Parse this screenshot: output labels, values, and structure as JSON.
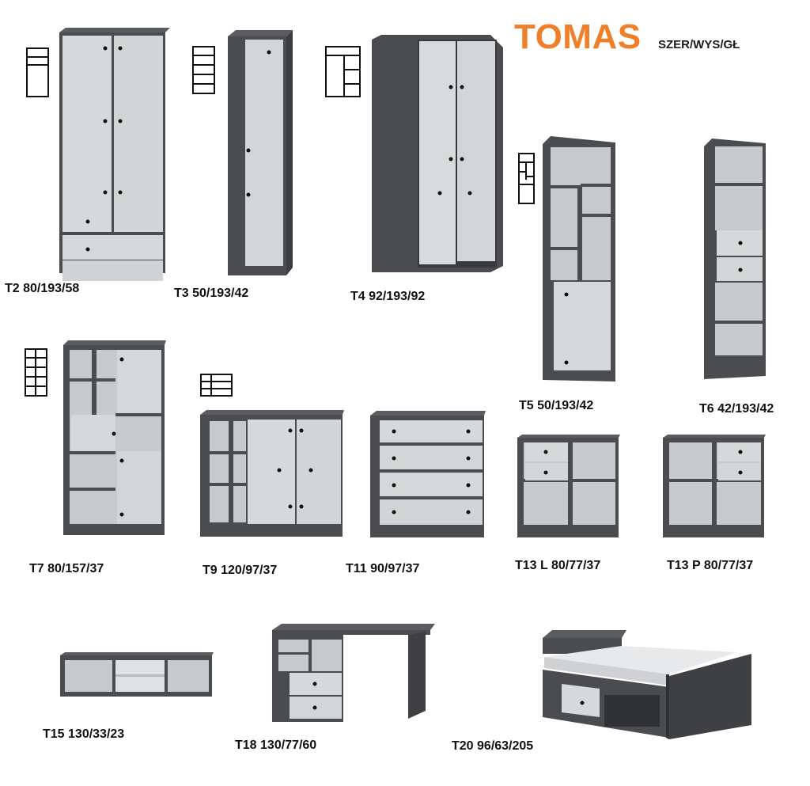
{
  "title": "TOMAS",
  "subtitle": "SZER/WYS/GŁ",
  "colors": {
    "accent": "#f07f2a",
    "body": "#4a4c50",
    "front": "#d7dadb",
    "shelf": "#c9ccce"
  },
  "products": [
    {
      "id": "t2",
      "label": "T2 80/193/58"
    },
    {
      "id": "t3",
      "label": "T3 50/193/42"
    },
    {
      "id": "t4",
      "label": "T4 92/193/92"
    },
    {
      "id": "t5",
      "label": "T5 50/193/42"
    },
    {
      "id": "t6",
      "label": "T6 42/193/42"
    },
    {
      "id": "t7",
      "label": "T7 80/157/37"
    },
    {
      "id": "t9",
      "label": "T9 120/97/37"
    },
    {
      "id": "t11",
      "label": "T11 90/97/37"
    },
    {
      "id": "t13l",
      "label": "T13 L 80/77/37"
    },
    {
      "id": "t13p",
      "label": "T13 P 80/77/37"
    },
    {
      "id": "t15",
      "label": "T15 130/33/23"
    },
    {
      "id": "t18",
      "label": "T18 130/77/60"
    },
    {
      "id": "t20",
      "label": "T20 96/63/205"
    }
  ]
}
